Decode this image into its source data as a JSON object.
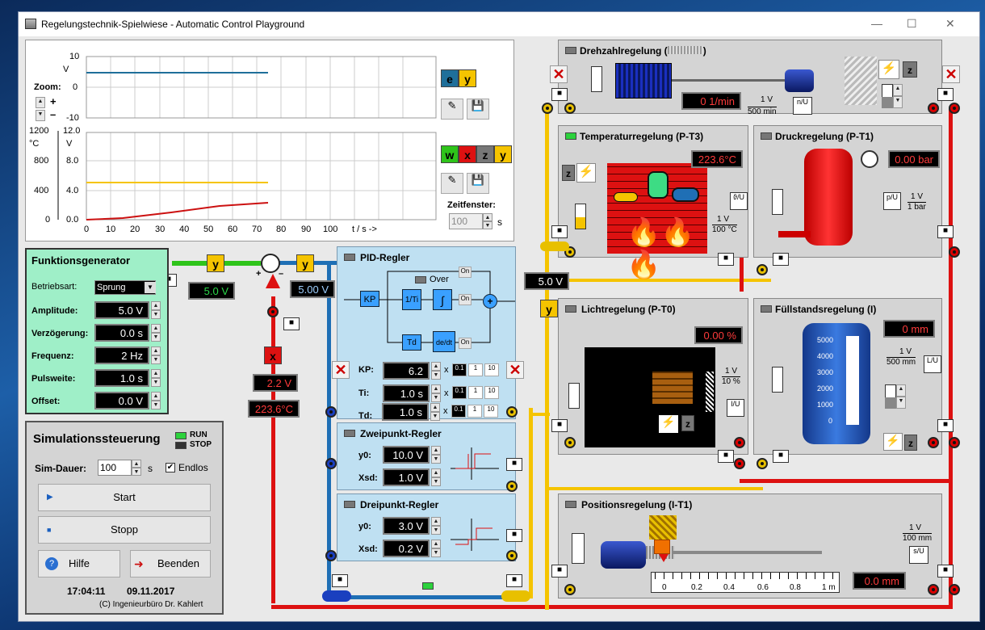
{
  "window": {
    "title": "Regelungstechnik-Spielwiese - Automatic Control Playground"
  },
  "plot": {
    "zoom_label": "Zoom:",
    "top_unit": "V",
    "top_ticks": [
      "10",
      "0",
      "-10"
    ],
    "bot_unit_c": "°C",
    "bot_unit_v": "V",
    "bot_ticks_c": [
      "1200",
      "800",
      "400",
      "0"
    ],
    "bot_ticks_v": [
      "12.0",
      "8.0",
      "4.0",
      "0.0"
    ],
    "x_ticks": [
      "0",
      "10",
      "20",
      "30",
      "40",
      "50",
      "60",
      "70",
      "80",
      "90",
      "100"
    ],
    "x_label": "t / s ->",
    "zeitfenster_label": "Zeitfenster:",
    "zeitfenster_value": "100",
    "zeitfenster_unit": "s",
    "legend_top": [
      "e",
      "y"
    ],
    "legend_bot": [
      "w",
      "x",
      "z",
      "y"
    ]
  },
  "funktionsgenerator": {
    "title": "Funktionsgenerator",
    "rows": [
      {
        "label": "Betriebsart:",
        "value": "Sprung"
      },
      {
        "label": "Amplitude:",
        "value": "5.0 V"
      },
      {
        "label": "Verzögerung:",
        "value": "0.0 s"
      },
      {
        "label": "Frequenz:",
        "value": "2 Hz"
      },
      {
        "label": "Pulsweite:",
        "value": "1.0 s"
      },
      {
        "label": "Offset:",
        "value": "0.0 V"
      }
    ]
  },
  "signals": {
    "w_display": "5.0 V",
    "y_display": "5.00 V",
    "x_display": "2.2 V",
    "temp_display": "223.6°C",
    "y_tag": "y",
    "x_tag": "x",
    "right_y_display": "5.0 V"
  },
  "sim": {
    "title": "Simulationssteuerung",
    "run": "RUN",
    "stop": "STOP",
    "dauer_label": "Sim-Dauer:",
    "dauer_value": "100",
    "dauer_unit": "s",
    "endlos": "Endlos",
    "start": "Start",
    "stopp": "Stopp",
    "hilfe": "Hilfe",
    "beenden": "Beenden",
    "time": "17:04:11",
    "date": "09.11.2017",
    "copyright": "(C) Ingenieurbüro Dr. Kahlert"
  },
  "pid": {
    "title": "PID-Regler",
    "over": "Over",
    "on": "On",
    "kp_block": "KP",
    "ti_block": "1/Ti",
    "td_block": "Td",
    "dt_block": "de/dt",
    "params": [
      {
        "label": "KP:",
        "value": "6.2"
      },
      {
        "label": "Ti:",
        "value": "1.0 s"
      },
      {
        "label": "Td:",
        "value": "1.0 s"
      }
    ],
    "mults": [
      "x",
      "0.1",
      "1",
      "10"
    ]
  },
  "zweipunkt": {
    "title": "Zweipunkt-Regler",
    "y0_label": "y0:",
    "y0": "10.0 V",
    "xsd_label": "Xsd:",
    "xsd": "1.0 V"
  },
  "dreipunkt": {
    "title": "Dreipunkt-Regler",
    "y0_label": "y0:",
    "y0": "3.0 V",
    "xsd_label": "Xsd:",
    "xsd": "0.2 V"
  },
  "drehzahl": {
    "title": "Drehzahlregelung (",
    "title_end": ")",
    "display": "0 1/min",
    "scale_top": "1 V",
    "scale_bot": "500 min",
    "z": "z"
  },
  "temperatur": {
    "title": "Temperaturregelung (P-T3)",
    "display": "223.6°C",
    "scale_top": "1 V",
    "scale_bot": "100 °C",
    "z": "z"
  },
  "druck": {
    "title": "Druckregelung (P-T1)",
    "display": "0.00 bar",
    "scale_top": "1 V",
    "scale_bot": "1 bar"
  },
  "licht": {
    "title": "Lichtregelung (P-T0)",
    "display": "0.00 %",
    "scale_top": "1 V",
    "scale_bot": "10 %",
    "z": "z"
  },
  "fuellstand": {
    "title": "Füllstandsregelung (I)",
    "display": "0 mm",
    "scale_top": "1 V",
    "scale_bot": "500 mm",
    "ticks": [
      "5000",
      "4000",
      "3000",
      "2000",
      "1000",
      "0"
    ],
    "z": "z"
  },
  "position": {
    "title": "Positionsregelung (I-T1)",
    "display": "0.0 mm",
    "scale_top": "1 V",
    "scale_bot": "100 mm",
    "ruler": [
      "0",
      "0.2",
      "0.4",
      "0.6",
      "0.8",
      "1 m"
    ]
  },
  "colors": {
    "yellow": "#f5c400",
    "red": "#d11111",
    "blue": "#1f6fb5",
    "green": "#2ec41a"
  }
}
